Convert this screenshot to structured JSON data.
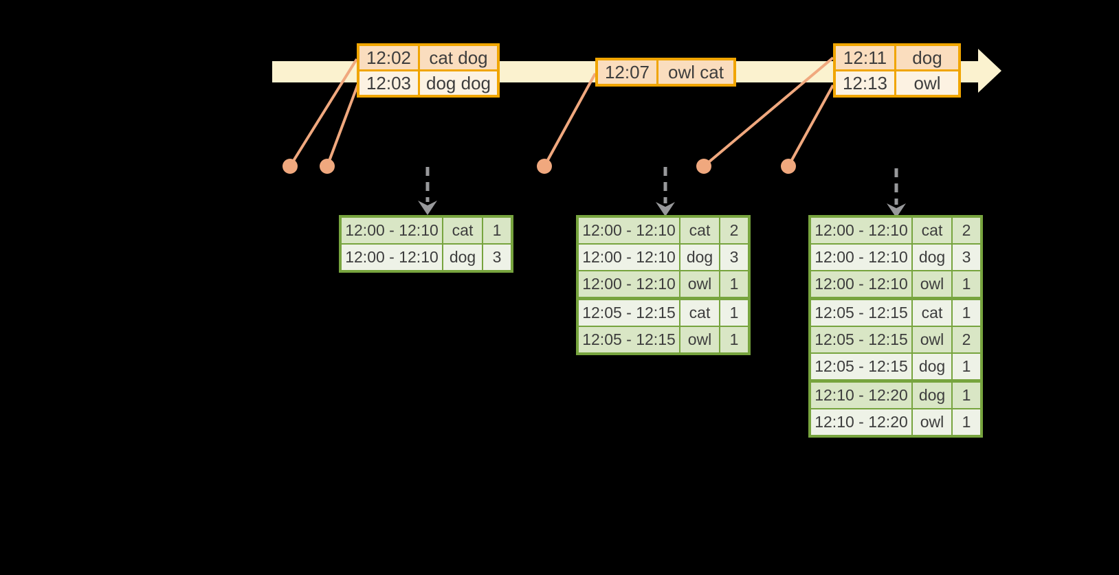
{
  "colors": {
    "background": "#000000",
    "timeline_fill": "#fbf2cf",
    "event_table_border": "#f0a500",
    "event_row_dark": "#faddbe",
    "event_row_light": "#fcf2e2",
    "connector_orange": "#f0a87e",
    "result_table_border": "#77a43e",
    "result_row_dark": "#d9e6c5",
    "result_row_light": "#eef2e7",
    "trigger_arrow_gray": "#98999b",
    "text": "#3d3d3d"
  },
  "event_tables": [
    {
      "rows": [
        {
          "time": "12:02",
          "words": "cat dog"
        },
        {
          "time": "12:03",
          "words": "dog dog"
        }
      ]
    },
    {
      "rows": [
        {
          "time": "12:07",
          "words": "owl cat"
        }
      ]
    },
    {
      "rows": [
        {
          "time": "12:11",
          "words": "dog"
        },
        {
          "time": "12:13",
          "words": "owl"
        }
      ]
    }
  ],
  "result_tables": [
    {
      "rows": [
        {
          "window": "12:00 - 12:10",
          "word": "cat",
          "count": "1"
        },
        {
          "window": "12:00 - 12:10",
          "word": "dog",
          "count": "3"
        }
      ]
    },
    {
      "rows": [
        {
          "window": "12:00 - 12:10",
          "word": "cat",
          "count": "2"
        },
        {
          "window": "12:00 - 12:10",
          "word": "dog",
          "count": "3"
        },
        {
          "window": "12:00 - 12:10",
          "word": "owl",
          "count": "1"
        },
        {
          "window": "12:05 - 12:15",
          "word": "cat",
          "count": "1"
        },
        {
          "window": "12:05 - 12:15",
          "word": "owl",
          "count": "1"
        }
      ]
    },
    {
      "rows": [
        {
          "window": "12:00 - 12:10",
          "word": "cat",
          "count": "2"
        },
        {
          "window": "12:00 - 12:10",
          "word": "dog",
          "count": "3"
        },
        {
          "window": "12:00 - 12:10",
          "word": "owl",
          "count": "1"
        },
        {
          "window": "12:05 - 12:15",
          "word": "cat",
          "count": "1"
        },
        {
          "window": "12:05 - 12:15",
          "word": "owl",
          "count": "2"
        },
        {
          "window": "12:05 - 12:15",
          "word": "dog",
          "count": "1"
        },
        {
          "window": "12:10 - 12:20",
          "word": "dog",
          "count": "1"
        },
        {
          "window": "12:10 - 12:20",
          "word": "owl",
          "count": "1"
        }
      ]
    }
  ]
}
